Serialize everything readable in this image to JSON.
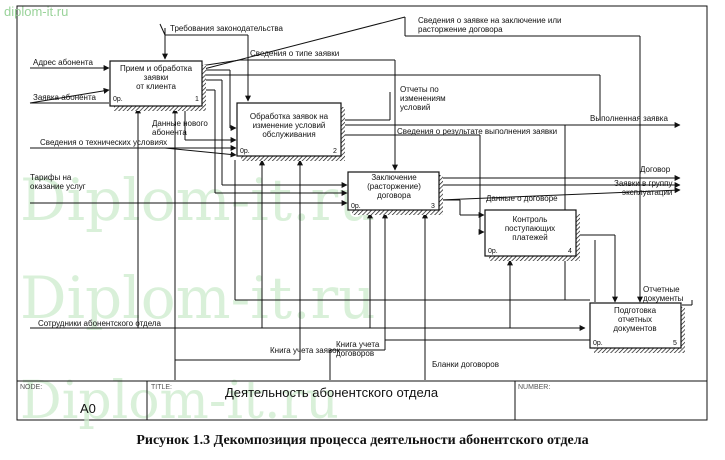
{
  "watermark": {
    "top": "diplom-it.ru",
    "big": "Diplom-it.ru"
  },
  "boxes": [
    {
      "label": [
        "Прием и обработка",
        "заявки",
        "от клиента"
      ],
      "cost": "0р.",
      "num": "1"
    },
    {
      "label": [
        "Обработка заявок на",
        "изменение условий",
        "обслуживания"
      ],
      "cost": "0р.",
      "num": "2"
    },
    {
      "label": [
        "Заключение",
        "(расторжение)",
        "договора"
      ],
      "cost": "0р.",
      "num": "3"
    },
    {
      "label": [
        "Контроль",
        "поступающих",
        "платежей"
      ],
      "cost": "0р.",
      "num": "4"
    },
    {
      "label": [
        "Подготовка",
        "отчетных",
        "документов"
      ],
      "cost": "0р.",
      "num": "5"
    }
  ],
  "arrows": {
    "req_law": "Требования законодательства",
    "info_request": [
      "Сведения о заявке на заключение или",
      "расторжение договора"
    ],
    "info_type": "Сведения о типе заявки",
    "addr": "Адрес абонента",
    "req_abon": "Заявка абонента",
    "new_abon": [
      "Данные нового",
      "абонента"
    ],
    "tech": "Сведения о технических условиях",
    "reports_change": [
      "Отчеты по",
      "изменениям",
      "условий"
    ],
    "result_info": "Сведения о результате выполнения заявки",
    "done_request": "Выполненная заявка",
    "contract": "Договор",
    "group_requests": [
      "Заявки в группу",
      "эксплуатации"
    ],
    "tariffs": [
      "Тарифы на",
      "оказание услуг"
    ],
    "contract_data": "Данные о договоре",
    "report_docs": [
      "Отчетные",
      "документы"
    ],
    "staff": "Сотрудники абонентского отдела",
    "book_req": "Книга учета заявок",
    "book_contr": [
      "Книга учета",
      "договоров"
    ],
    "blanks": "Бланки договоров"
  },
  "footer": {
    "node_hdr": "NODE:",
    "title_hdr": "TITLE:",
    "number_hdr": "NUMBER:",
    "node": "A0",
    "title": "Деятельность  абонентского отдела"
  },
  "caption": "Рисунок 1.3 Декомпозиция процесса деятельности абонентского отдела"
}
